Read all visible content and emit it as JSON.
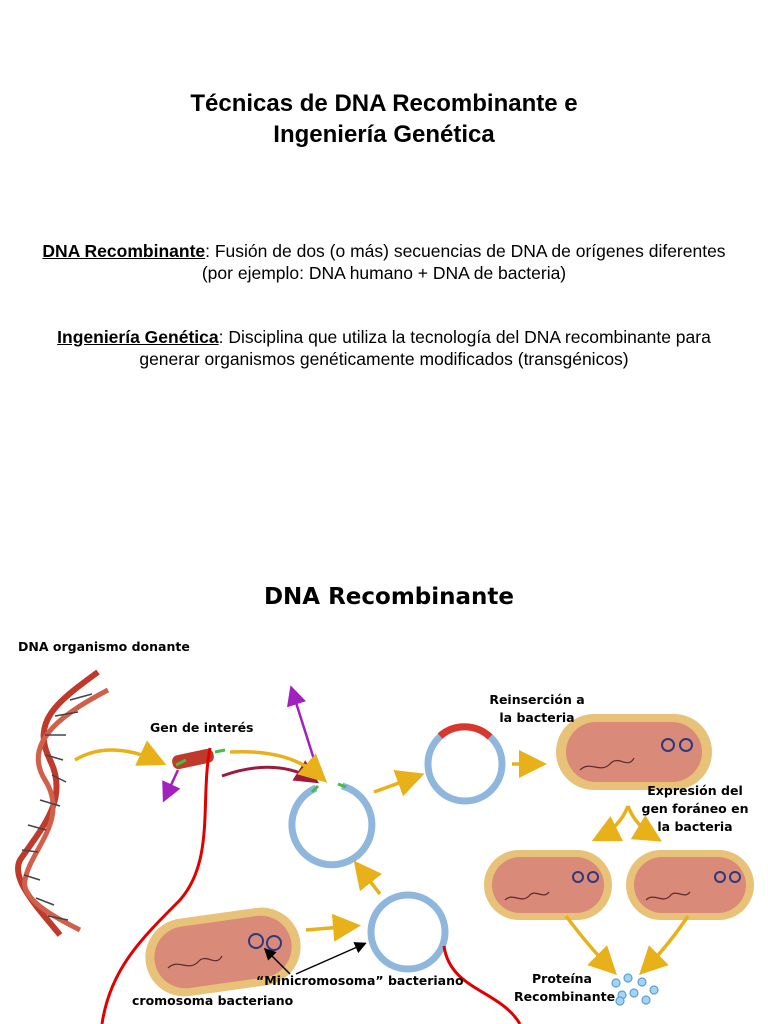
{
  "title": {
    "line1": "Técnicas de DNA Recombinante e",
    "line2": "Ingeniería Genética"
  },
  "definitions": [
    {
      "term": "DNA Recombinante",
      "text": ": Fusión de dos (o más) secuencias de DNA de orígenes diferentes (por ejemplo: DNA humano + DNA de bacteria)"
    },
    {
      "term": "Ingeniería Genética",
      "text": ": Disciplina que utiliza la tecnología del DNA recombinante para generar organismos genéticamente modificados (transgénicos)"
    }
  ],
  "diagram": {
    "title": "DNA Recombinante",
    "labels": {
      "donor_dna": "DNA organismo donante",
      "gene_of_interest": "Gen de interés",
      "reinsertion": "Reinserción a la bacteria",
      "expression": "Expresión del gen foráneo en la bacteria",
      "plasmid": "“Minicromosoma” bacteriano",
      "chromosome": "cromosoma bacteriano",
      "protein": "Proteína Recombinante"
    },
    "colors": {
      "arrow": "#e8b11a",
      "plasmid": "#8fb6dc",
      "bacteria_body": "#d98a78",
      "bacteria_wall": "#e9c27a",
      "red_line": "#e00000",
      "dna": "#c0392b"
    }
  }
}
